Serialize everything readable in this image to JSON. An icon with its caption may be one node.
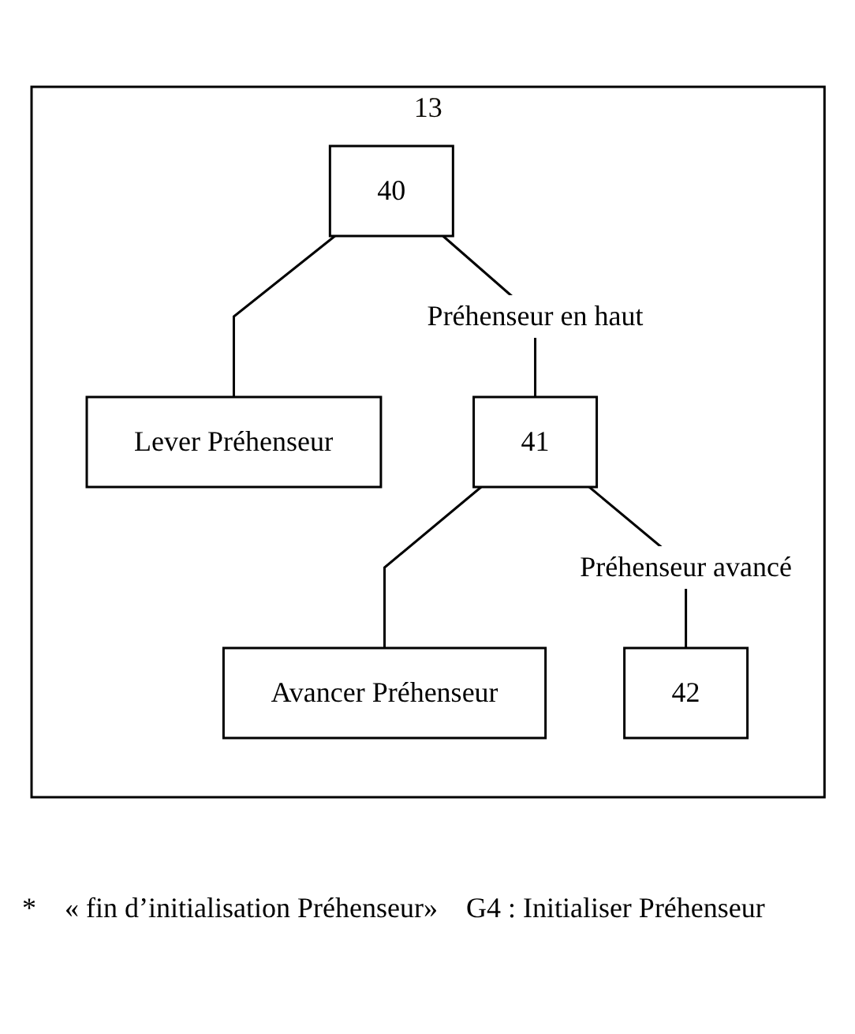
{
  "diagram": {
    "nodes": [
      {
        "text": [
          "13"
        ]
      },
      {
        "text": [
          "40"
        ],
        "in": 0
      },
      {
        "text": [
          "Lever Préhenseur"
        ],
        "in": 0
      },
      {
        "text": [
          "41"
        ],
        "in": 0
      },
      {
        "text": [
          "Avancer Préhenseur"
        ],
        "in": 0
      },
      {
        "text": [
          "42"
        ],
        "in": 0
      }
    ],
    "edges": [
      {
        "from": 1,
        "to": 2,
        "arrow": "none"
      },
      {
        "from": 1,
        "to": 3,
        "arrow": "none",
        "label": "Préhenseur en haut"
      },
      {
        "from": 3,
        "to": 4,
        "arrow": "none"
      },
      {
        "from": 3,
        "to": 5,
        "arrow": "none",
        "label": "Préhenseur avancé"
      }
    ],
    "labels": [
      "*",
      "« fin d’initialisation Préhenseur»",
      "G4 : Initialiser Préhenseur"
    ]
  }
}
